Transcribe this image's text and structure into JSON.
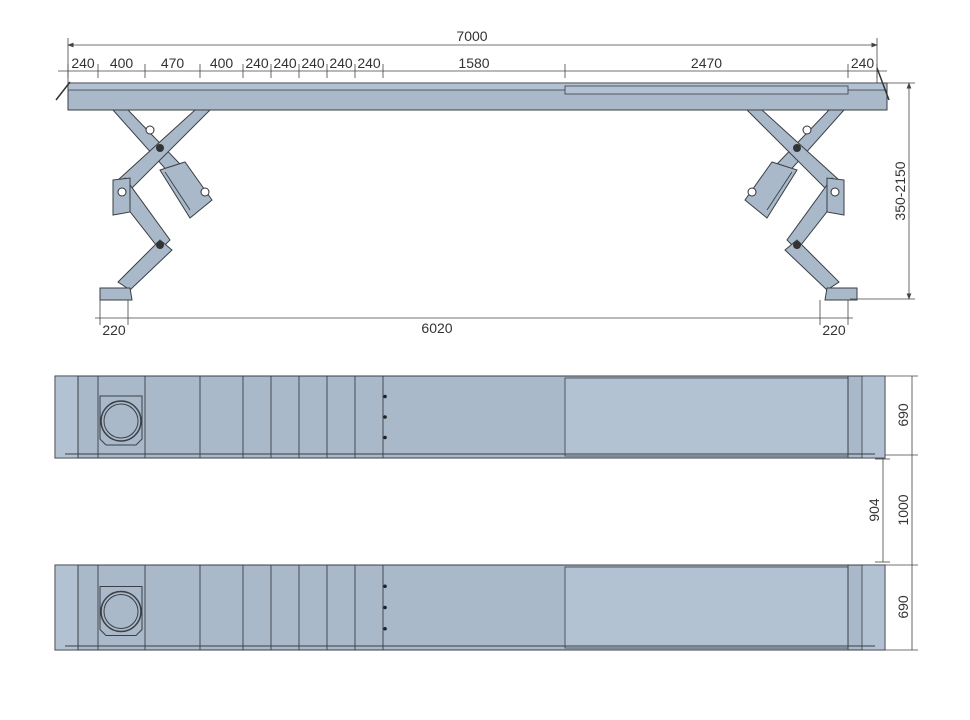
{
  "side_view": {
    "overall_length": "7000",
    "segments": [
      "240",
      "400",
      "470",
      "400",
      "240",
      "240",
      "240",
      "240",
      "240",
      "1580",
      "2470",
      "240"
    ],
    "height_range": "350-2150",
    "base_left": "220",
    "base_span": "6020",
    "base_right": "220"
  },
  "plan_view": {
    "platform_width_top": "690",
    "platform_width_bottom": "690",
    "inner_gap": "904",
    "center_distance": "1000"
  },
  "colors": {
    "platform": "#a9b9ca",
    "outline": "#3a3f45",
    "dimension": "#444444"
  }
}
